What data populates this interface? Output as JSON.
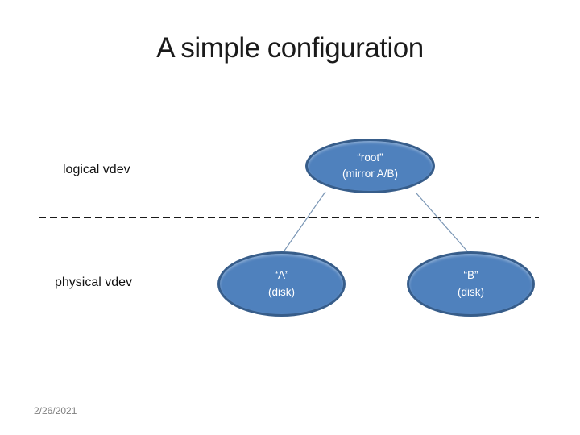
{
  "slide": {
    "title": "A simple configuration",
    "date": "2/26/2021",
    "labels": {
      "logical": "logical vdev",
      "physical": "physical vdev"
    },
    "nodes": {
      "root": {
        "name": "“root”",
        "detail": "(mirror A/B)"
      },
      "a": {
        "name": "“A”",
        "detail": "(disk)"
      },
      "b": {
        "name": "“B”",
        "detail": "(disk)"
      }
    },
    "colors": {
      "node_fill": "#4f81bd",
      "node_border": "#375d8a",
      "connector_color": "#7a96b5",
      "divider_color": "#1a1a1a",
      "date_color": "#808080"
    }
  }
}
